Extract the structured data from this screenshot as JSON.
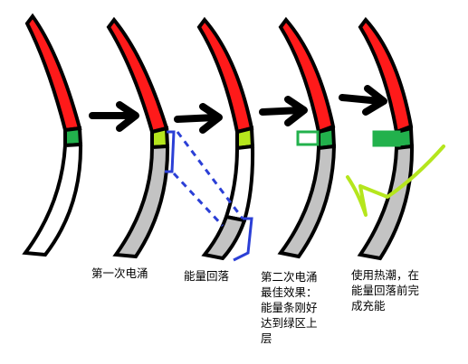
{
  "colors": {
    "red": "#ff1a1a",
    "green": "#22b14c",
    "lime": "#b5e61d",
    "gray": "#c3c3c3",
    "blue": "#2b3fd6",
    "outline": "#000000"
  },
  "stages": [
    {
      "caption": [
        "第一次电涌"
      ]
    },
    {
      "caption": [
        "能量回落"
      ]
    },
    {
      "caption": [
        "第二次电涌",
        "最佳效果：",
        "能量条刚好",
        "达到绿区上",
        "层"
      ]
    },
    {
      "caption": [
        "使用热潮，在",
        "能量回落前完",
        "成充能"
      ]
    }
  ]
}
